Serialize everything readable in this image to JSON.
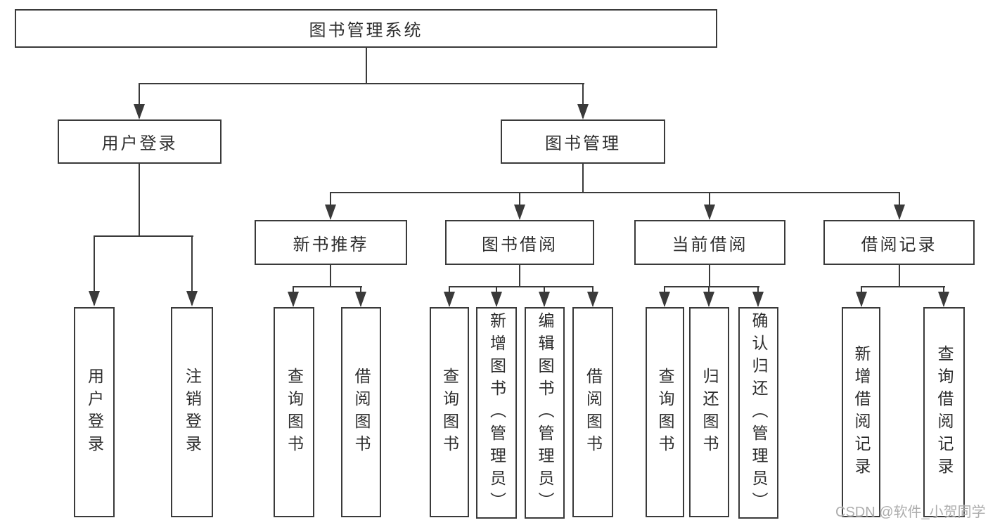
{
  "tree": {
    "root": {
      "label": "图书管理系统",
      "children": [
        {
          "label": "用户登录",
          "children": [
            {
              "label": "用户登录"
            },
            {
              "label": "注销登录"
            }
          ]
        },
        {
          "label": "图书管理",
          "children": [
            {
              "label": "新书推荐",
              "children": [
                {
                  "label": "查询图书"
                },
                {
                  "label": "借阅图书"
                }
              ]
            },
            {
              "label": "图书借阅",
              "children": [
                {
                  "label": "查询图书"
                },
                {
                  "label": "新增图书（管理员）"
                },
                {
                  "label": "编辑图书（管理员）"
                },
                {
                  "label": "借阅图书"
                }
              ]
            },
            {
              "label": "当前借阅",
              "children": [
                {
                  "label": "查询图书"
                },
                {
                  "label": "归还图书"
                },
                {
                  "label": "确认归还（管理员）"
                }
              ]
            },
            {
              "label": "借阅记录",
              "children": [
                {
                  "label": "新增借阅记录"
                },
                {
                  "label": "查询借阅记录"
                }
              ]
            }
          ]
        }
      ]
    }
  },
  "watermark": {
    "text": "CSDN @软件_小贺同学"
  },
  "colors": {
    "line": "#3a3a3a",
    "text": "#2d2d2d",
    "watermark": "#a6a6a6",
    "background": "#ffffff"
  }
}
